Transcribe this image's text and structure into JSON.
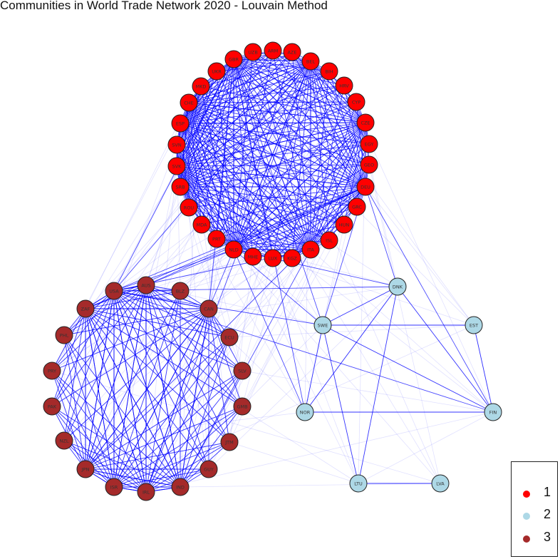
{
  "title": "Communities in World Trade Network 2020 - Louvain Method",
  "colors": {
    "1": "#ff0000",
    "2": "#add8e6",
    "3": "#a52a2a",
    "edge": "#0000ff"
  },
  "legend": [
    {
      "label": "1",
      "community": "1"
    },
    {
      "label": "2",
      "community": "2"
    },
    {
      "label": "3",
      "community": "3"
    }
  ],
  "nodes": [
    {
      "id": "UZB",
      "community": "1"
    },
    {
      "id": "ARM",
      "community": "1"
    },
    {
      "id": "AZE",
      "community": "1"
    },
    {
      "id": "BEL",
      "community": "1"
    },
    {
      "id": "BIH",
      "community": "1"
    },
    {
      "id": "HRV",
      "community": "1"
    },
    {
      "id": "CYP",
      "community": "1"
    },
    {
      "id": "CZE",
      "community": "1"
    },
    {
      "id": "EGY",
      "community": "1"
    },
    {
      "id": "GEO",
      "community": "1"
    },
    {
      "id": "DEU",
      "community": "1"
    },
    {
      "id": "GRC",
      "community": "1"
    },
    {
      "id": "HUN",
      "community": "1"
    },
    {
      "id": "ISL",
      "community": "1"
    },
    {
      "id": "ITA",
      "community": "1"
    },
    {
      "id": "KGZ",
      "community": "1"
    },
    {
      "id": "LUX",
      "community": "1"
    },
    {
      "id": "MHE",
      "community": "1"
    },
    {
      "id": "NLD",
      "community": "1"
    },
    {
      "id": "PRT",
      "community": "1"
    },
    {
      "id": "MDA",
      "community": "1"
    },
    {
      "id": "ROU",
      "community": "1"
    },
    {
      "id": "SRB",
      "community": "1"
    },
    {
      "id": "SVK",
      "community": "1"
    },
    {
      "id": "SVN",
      "community": "1"
    },
    {
      "id": "ESP",
      "community": "1"
    },
    {
      "id": "CHE",
      "community": "1"
    },
    {
      "id": "MKD",
      "community": "1"
    },
    {
      "id": "UKR",
      "community": "1"
    },
    {
      "id": "GBR",
      "community": "1"
    },
    {
      "id": "DNK",
      "community": "2"
    },
    {
      "id": "SWE",
      "community": "2"
    },
    {
      "id": "EST",
      "community": "2"
    },
    {
      "id": "NOR",
      "community": "2"
    },
    {
      "id": "FIN",
      "community": "2"
    },
    {
      "id": "LTU",
      "community": "2"
    },
    {
      "id": "LVA",
      "community": "2"
    },
    {
      "id": "USA",
      "community": "3"
    },
    {
      "id": "AUS",
      "community": "3"
    },
    {
      "id": "BLZ",
      "community": "3"
    },
    {
      "id": "ZAF",
      "community": "3"
    },
    {
      "id": "CAN",
      "community": "3"
    },
    {
      "id": "PHL",
      "community": "3"
    },
    {
      "id": "ECU",
      "community": "3"
    },
    {
      "id": "SLV",
      "community": "3"
    },
    {
      "id": "PRY",
      "community": "3"
    },
    {
      "id": "PAK",
      "community": "3"
    },
    {
      "id": "GMB",
      "community": "3"
    },
    {
      "id": "NZL",
      "community": "3"
    },
    {
      "id": "JTM",
      "community": "3"
    },
    {
      "id": "JPN",
      "community": "3"
    },
    {
      "id": "GUY",
      "community": "3"
    },
    {
      "id": "ISR",
      "community": "3"
    },
    {
      "id": "IRL",
      "community": "3"
    },
    {
      "id": "IND",
      "community": "3"
    }
  ]
}
